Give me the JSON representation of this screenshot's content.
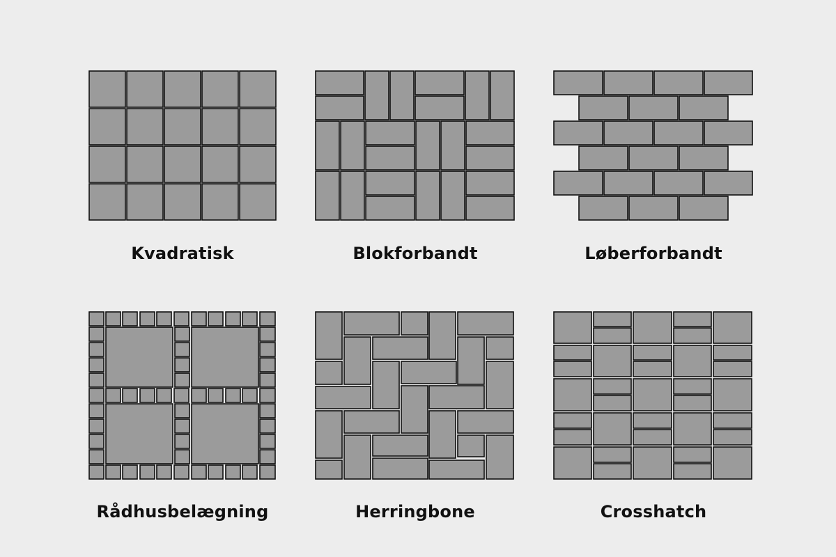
{
  "background": "#ededed",
  "tile_color": "#9b9b9b",
  "outline_color": "#111111",
  "patterns": [
    {
      "name": "Kvadratisk"
    },
    {
      "name": "Blokforbandt"
    },
    {
      "name": "Løberforbandt"
    },
    {
      "name": "Rådhusbelægning"
    },
    {
      "name": "Herringbone"
    },
    {
      "name": "Crosshatch"
    }
  ]
}
